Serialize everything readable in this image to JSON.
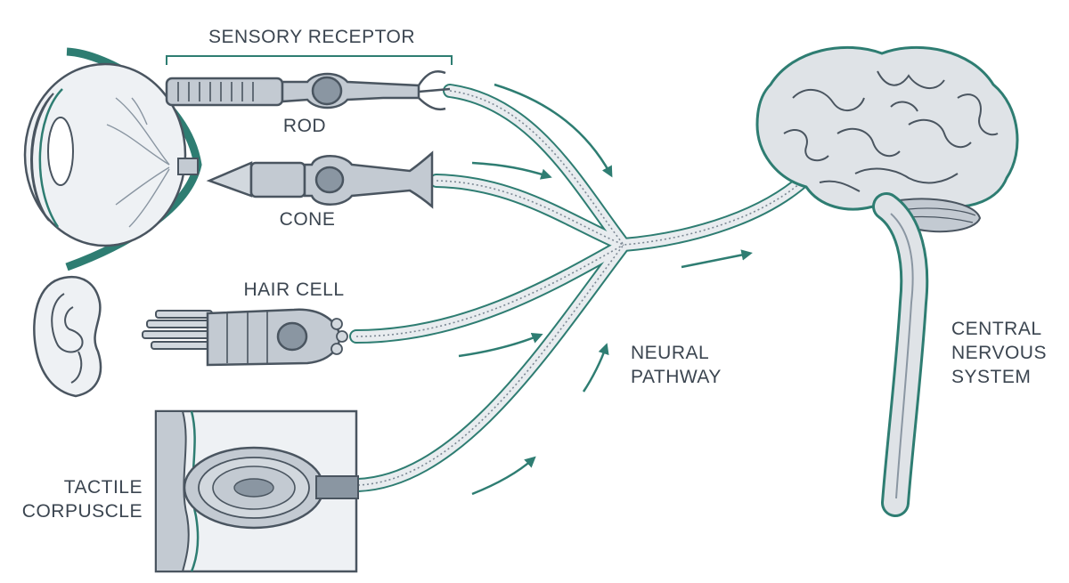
{
  "labels": {
    "sensory_receptor": "SENSORY RECEPTOR",
    "rod": "ROD",
    "cone": "CONE",
    "hair_cell": "HAIR CELL",
    "tactile_line1": "TACTILE",
    "tactile_line2": "CORPUSCLE",
    "neural_line1": "NEURAL",
    "neural_line2": "PATHWAY",
    "cns_line1": "CENTRAL",
    "cns_line2": "NERVOUS",
    "cns_line3": "SYSTEM"
  },
  "colors": {
    "pathway_stroke": "#2e7d72",
    "pathway_fill": "#e8ecef",
    "cell_fill": "#c3cad2",
    "cell_stroke": "#4a5560",
    "brain_fill": "#dfe3e7",
    "accent": "#2e7d72"
  },
  "icons": [
    "eye-icon",
    "ear-icon",
    "brain-icon",
    "spinal-cord-icon"
  ]
}
